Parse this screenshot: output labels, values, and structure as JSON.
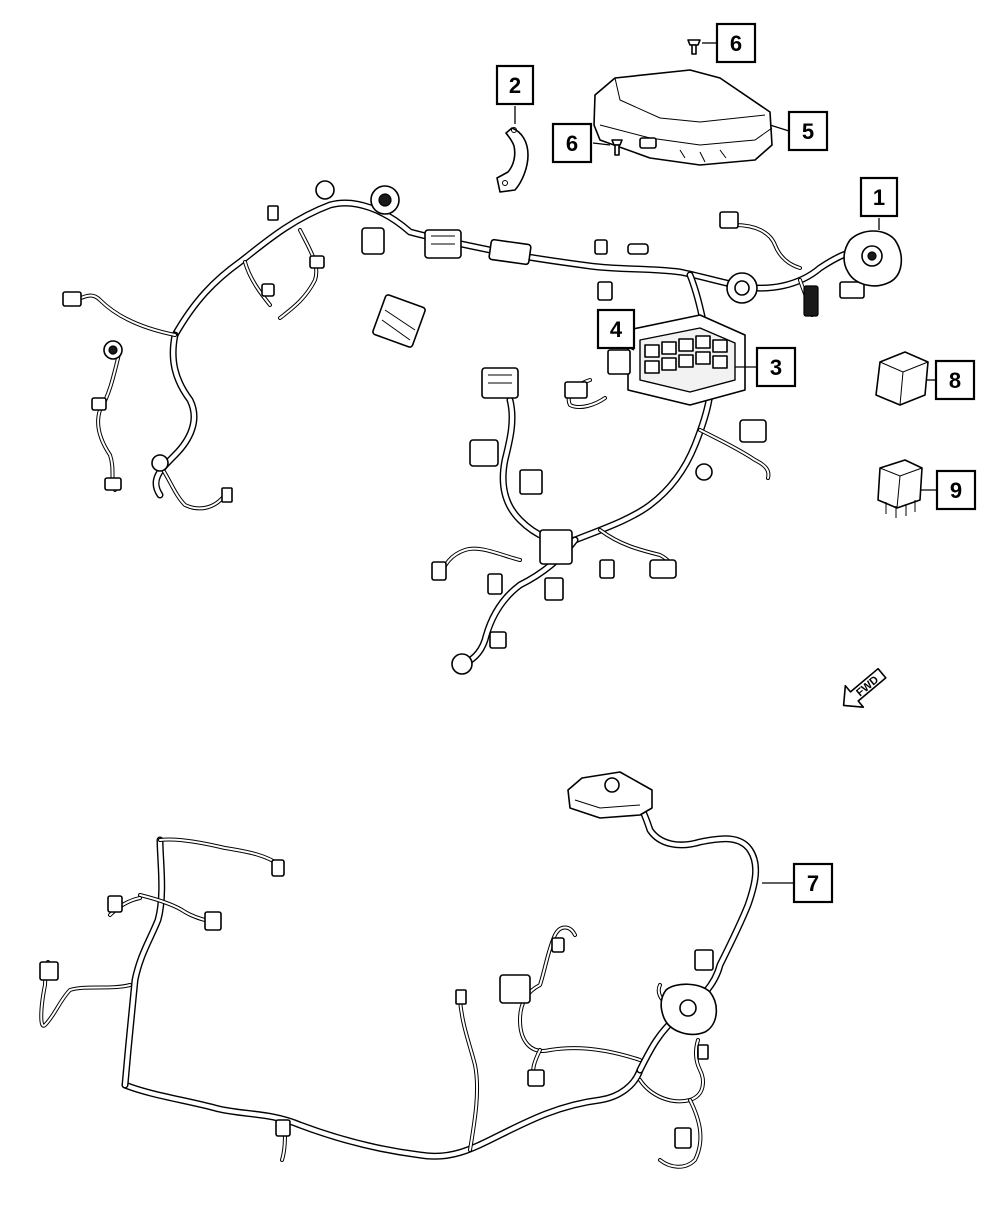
{
  "callouts": {
    "c1": "1",
    "c2": "2",
    "c3": "3",
    "c4": "4",
    "c5": "5",
    "c6_top": "6",
    "c6_side": "6",
    "c7": "7",
    "c8": "8",
    "c9": "9"
  },
  "direction_indicator": {
    "label": "FWD"
  },
  "icons": {
    "direction_arrow": "fwd-arrow-icon",
    "screw": "screw-icon",
    "relay": "relay-icon"
  },
  "colors": {
    "line": "#000000",
    "background": "#ffffff"
  }
}
